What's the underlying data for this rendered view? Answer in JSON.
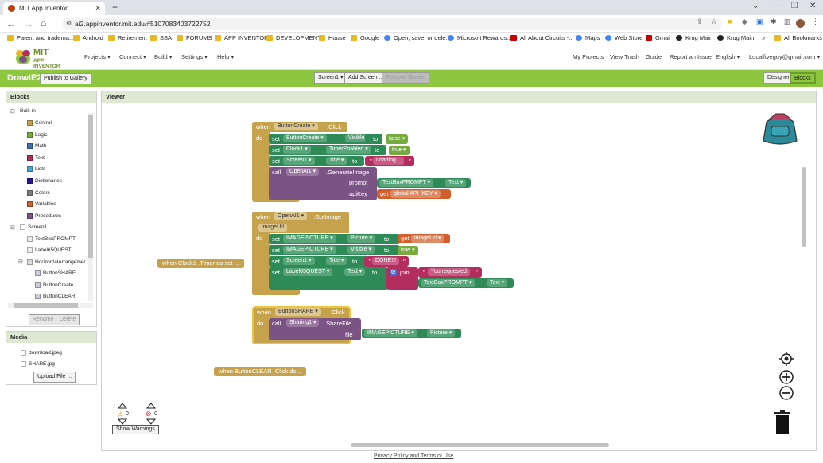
{
  "browser": {
    "tab_title": "MIT App Inventor",
    "url": "ai2.appinventor.mit.edu/#5107083403722752",
    "bookmarks": [
      "Patent and tradema...",
      "Android",
      "Retirement",
      "SSA",
      "FORUMS",
      "APP INVENTOR",
      "DEVELOPMENT",
      "House",
      "Google",
      "Open, save, or dele...",
      "Microsoft Rewards...",
      "All About Circuits -...",
      "Maps",
      "Web Store",
      "Gmail",
      "Krug Main",
      "Krug Main"
    ],
    "all_bookmarks": "All Bookmarks"
  },
  "header": {
    "logo_top": "MIT",
    "logo_bottom": "APP INVENTOR",
    "menus": [
      "Projects ▾",
      "Connect ▾",
      "Build ▾",
      "Settings ▾",
      "Help ▾"
    ],
    "right": [
      "My Projects",
      "View Trash",
      "Guide",
      "Report an Issue",
      "English ▾",
      "Localfiveguy@gmail.com ▾"
    ]
  },
  "greenbar": {
    "project": "DrawIE2",
    "publish": "Publish to Gallery",
    "screen": "Screen1 ▾",
    "add_screen": "Add Screen ...",
    "remove_screen": "Remove Screen",
    "designer": "Designer",
    "blocks": "Blocks"
  },
  "blocks_panel": {
    "title": "Blocks",
    "builtin": "Built-in",
    "builtin_items": [
      {
        "label": "Control",
        "color": "#c7a24c"
      },
      {
        "label": "Logic",
        "color": "#77ab41"
      },
      {
        "label": "Math",
        "color": "#3f71b5"
      },
      {
        "label": "Text",
        "color": "#b32d5e"
      },
      {
        "label": "Lists",
        "color": "#49a6d4"
      },
      {
        "label": "Dictionaries",
        "color": "#2d1799"
      },
      {
        "label": "Colors",
        "color": "#7d7d7d"
      },
      {
        "label": "Variables",
        "color": "#d05f2d"
      },
      {
        "label": "Procedures",
        "color": "#7c5385"
      }
    ],
    "screen": "Screen1",
    "components": [
      "TextBoxPROMPT",
      "Label65QUEST",
      "HorizontalArrangemer",
      "ButtonSHARE",
      "ButtonCreate",
      "ButtonCLEAR"
    ],
    "rename": "Rename",
    "delete": "Delete"
  },
  "media_panel": {
    "title": "Media",
    "files": [
      "download.jpeg",
      "SHARE.jpg"
    ],
    "upload": "Upload File ..."
  },
  "viewer": {
    "title": "Viewer",
    "warnings_count": "0",
    "errors_count": "0",
    "show_warnings": "Show Warnings",
    "footer": "Privacy Policy and Terms of Use"
  },
  "code": {
    "b1": {
      "when": "when",
      "comp": "ButtonCreate ▾",
      "event": ".Click",
      "do": "do",
      "rows": [
        {
          "kw": "set",
          "comp": "ButtonCreate ▾",
          "prop": "Visible ▾",
          "to": "to",
          "val": "false ▾"
        },
        {
          "kw": "set",
          "comp": "Clock1 ▾",
          "prop": "TimerEnabled ▾",
          "to": "to",
          "val": "true ▾"
        },
        {
          "kw": "set",
          "comp": "Screen1 ▾",
          "prop": "Title ▾",
          "to": "to",
          "val": "Loading..."
        }
      ],
      "call": "call",
      "call_comp": "OpenAI1 ▾",
      "method": ".GenerateImage",
      "prompt": "prompt",
      "prompt_comp": "TextBoxPROMPT ▾",
      "prompt_prop": "Text ▾",
      "apikey": "apiKey",
      "get": "get",
      "global": "global API_KEY ▾"
    },
    "b2": {
      "when": "when",
      "comp": "OpenAI1 ▾",
      "event": ".GotImage",
      "param": "imageUrl",
      "do": "do",
      "rows": [
        {
          "kw": "set",
          "comp": "IMAGEPICTURE ▾",
          "prop": "Picture ▾",
          "to": "to",
          "get": "get",
          "val": "imageUrl ▾"
        },
        {
          "kw": "set",
          "comp": "IMAGEPICTURE ▾",
          "prop": "Visible ▾",
          "to": "to",
          "val": "true ▾"
        },
        {
          "kw": "set",
          "comp": "Screen1 ▾",
          "prop": "Title ▾",
          "to": "to",
          "val": "DONE!!!"
        },
        {
          "kw": "set",
          "comp": "Label65QUEST ▾",
          "prop": "Text ▾",
          "to": "to",
          "join": "join",
          "s1": "You requested",
          "s2_comp": "TextBoxPROMPT ▾",
          "s2_prop": "Text ▾"
        }
      ]
    },
    "clock_collapsed": "when Clock1 .Timer do set ...",
    "b3": {
      "when": "when",
      "comp": "ButtonSHARE ▾",
      "event": ".Click",
      "do": "do",
      "call": "call",
      "call_comp": "Sharing1 ▾",
      "method": ".ShareFile",
      "file": "file",
      "file_comp": "IMAGEPICTURE ▾",
      "file_prop": "Picture ▾"
    },
    "clear_collapsed": "when ButtonCLEAR .Click do..."
  }
}
